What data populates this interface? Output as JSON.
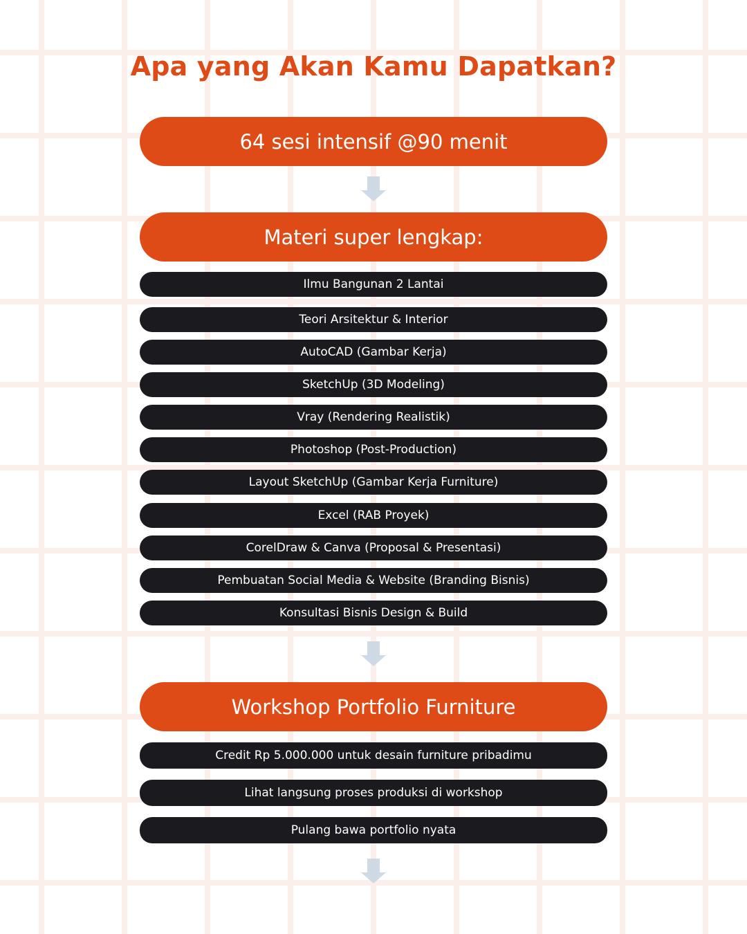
{
  "title": "Apa yang Akan Kamu Dapatkan?",
  "sessions": "64 sesi intensif @90 menit",
  "materi": {
    "heading": "Materi super lengkap:",
    "items": [
      "Ilmu Bangunan 2 Lantai",
      "Teori Arsitektur & Interior",
      "AutoCAD (Gambar Kerja)",
      "SketchUp (3D Modeling)",
      "Vray (Rendering Realistik)",
      "Photoshop (Post-Production)",
      "Layout SketchUp (Gambar Kerja Furniture)",
      "Excel (RAB Proyek)",
      "CorelDraw & Canva (Proposal & Presentasi)",
      "Pembuatan Social Media & Website (Branding Bisnis)",
      "Konsultasi Bisnis Design & Build"
    ]
  },
  "workshop": {
    "heading": "Workshop Portfolio Furniture",
    "items": [
      "Credit Rp 5.000.000 untuk desain furniture pribadimu",
      "Lihat langsung proses produksi di workshop",
      "Pulang bawa portfolio nyata"
    ]
  },
  "colors": {
    "accent": "#de4b16",
    "dark": "#1b1a1f",
    "arrow": "#c9d6e3"
  }
}
